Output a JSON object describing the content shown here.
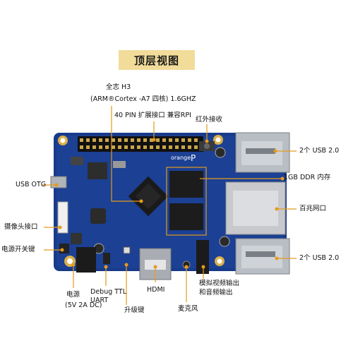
{
  "title": "顶层视图",
  "colors": {
    "callout": "#e69a1c",
    "board": "#183a8a",
    "title_bg": "#f2dc9a"
  },
  "labels": {
    "cpu_line1": "全志 H3",
    "cpu_line2": "(ARM®Cortex -A7 四核) 1.6GHZ",
    "gpio": "40 PIN 扩展接口 兼容RPI",
    "ir": "红外接收",
    "usb_top": "2个 USB 2.0",
    "ddr": "1GB DDR 内存",
    "ethernet": "百兆网口",
    "usb_bottom": "2个 USB 2.0",
    "usb_otg": "USB OTG",
    "camera": "摄像头接口",
    "power_key": "电源开关键",
    "power_line1": "电源",
    "power_line2": "(5V 2A DC)",
    "debug_line1": "Debug TTL",
    "debug_line2": "UART",
    "upgrade_key": "升级键",
    "hdmi": "HDMI",
    "av_line1": "模拟视频输出",
    "av_line2": "和音频输出",
    "mic": "麦克风"
  },
  "board_silkscreen": {
    "brand": "orange",
    "model": "P"
  }
}
